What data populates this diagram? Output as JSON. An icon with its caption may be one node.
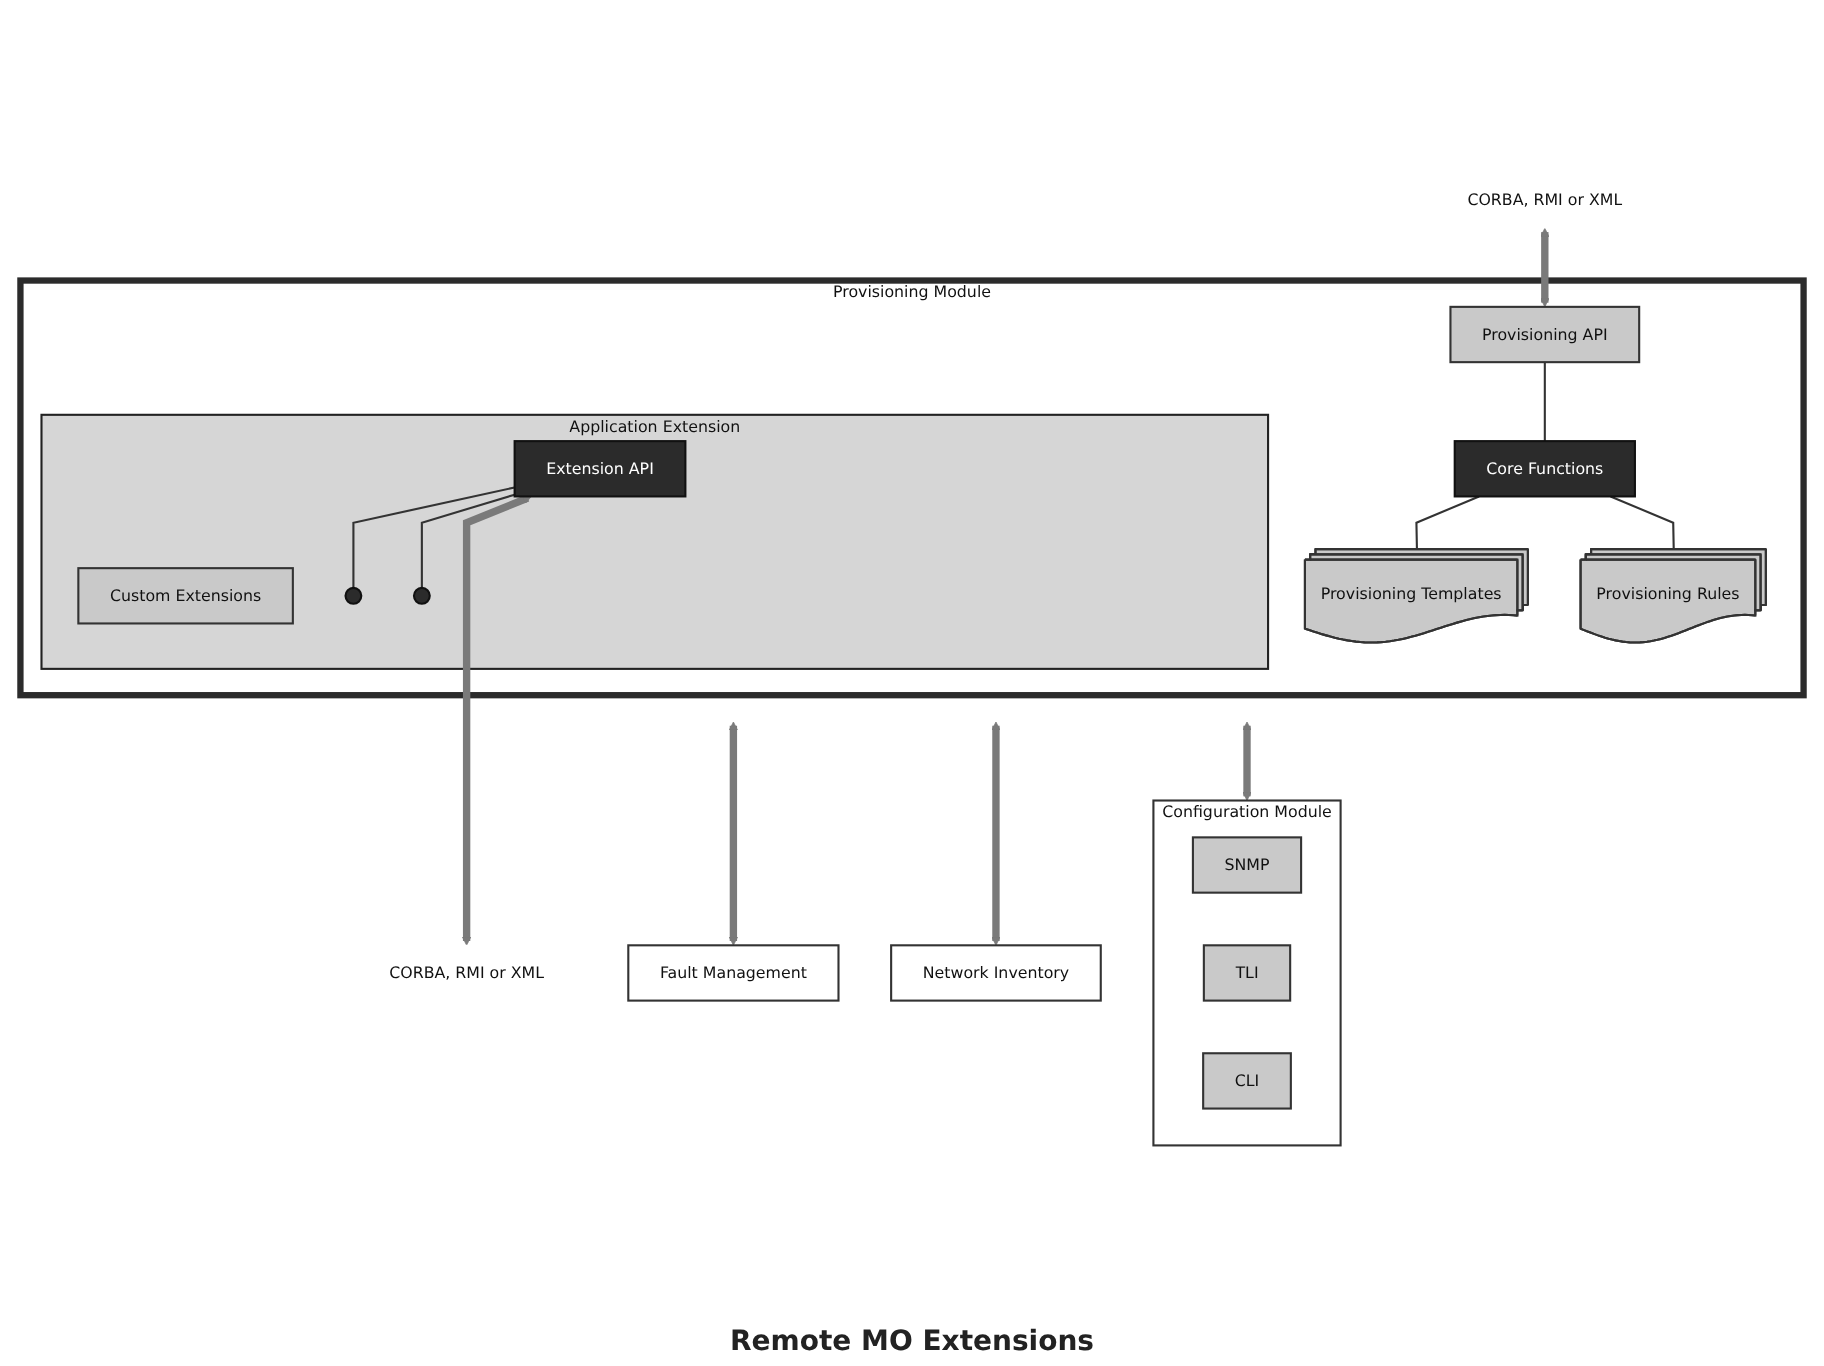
{
  "diagram": {
    "nodes": [
      {
        "text": [
          "Provisioning Module"
        ]
      },
      {
        "text": [
          "CORBA, RMI or XML"
        ]
      },
      {
        "text": [
          "Provisioning API"
        ],
        "in": 0
      },
      {
        "text": [
          "Core Functions"
        ],
        "in": 0
      },
      {
        "text": [
          "Provisioning Templates"
        ],
        "in": 0
      },
      {
        "text": [
          "Provisioning Rules"
        ],
        "in": 0
      },
      {
        "text": [
          "Application Extension"
        ],
        "in": 0
      },
      {
        "text": [
          "Extension API"
        ],
        "in": 6
      },
      {
        "text": [
          "Custom Extensions"
        ],
        "in": 6
      },
      {
        "text": [],
        "shape": "circle",
        "in": 6
      },
      {
        "text": [],
        "shape": "circle",
        "in": 6
      },
      {
        "text": [
          "CORBA, RMI or XML"
        ]
      },
      {
        "text": [
          "Fault Management"
        ]
      },
      {
        "text": [
          "Network Inventory"
        ]
      },
      {
        "text": [
          "Configuration Module"
        ]
      },
      {
        "text": [
          "SNMP"
        ],
        "in": 14
      },
      {
        "text": [
          "TLI"
        ],
        "in": 14
      },
      {
        "text": [
          "CLI"
        ],
        "in": 14
      }
    ],
    "edges": [
      {
        "from": 1,
        "to": 2,
        "arrow": "both",
        "style": "thick",
        "color": "#7a7a7a"
      },
      {
        "from": 2,
        "to": 3,
        "arrow": "none"
      },
      {
        "from": 3,
        "to": 4,
        "arrow": "none"
      },
      {
        "from": 3,
        "to": 5,
        "arrow": "none"
      },
      {
        "from": 7,
        "to": 9,
        "arrow": "none"
      },
      {
        "from": 7,
        "to": 10,
        "arrow": "none"
      },
      {
        "from": 7,
        "to": 11,
        "arrow": "both",
        "style": "thick",
        "color": "#7a7a7a"
      },
      {
        "from": 0,
        "to": 12,
        "arrow": "both",
        "style": "thick",
        "color": "#7a7a7a"
      },
      {
        "from": 0,
        "to": 13,
        "arrow": "both",
        "style": "thick",
        "color": "#7a7a7a"
      },
      {
        "from": 0,
        "to": 14,
        "arrow": "both",
        "style": "thick",
        "color": "#7a7a7a"
      }
    ],
    "labels": [
      "Remote MO Extensions"
    ]
  }
}
